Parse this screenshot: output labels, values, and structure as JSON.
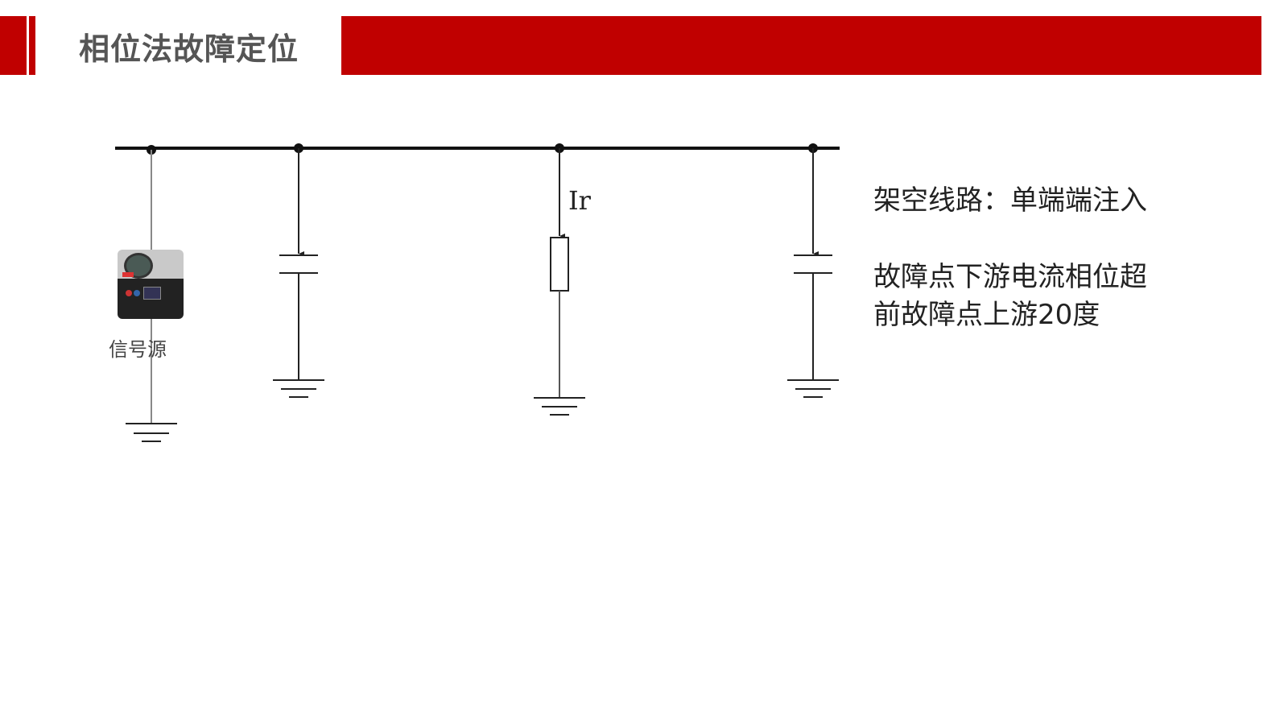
{
  "header": {
    "title": "相位法故障定位",
    "accent_color": "#c00000"
  },
  "diagram": {
    "source_label": "信号源",
    "current_label": "Ir"
  },
  "notes": {
    "line1": "架空线路：单端端注入",
    "line2": "故障点下游电流相位超",
    "line3": "前故障点上游20度"
  }
}
